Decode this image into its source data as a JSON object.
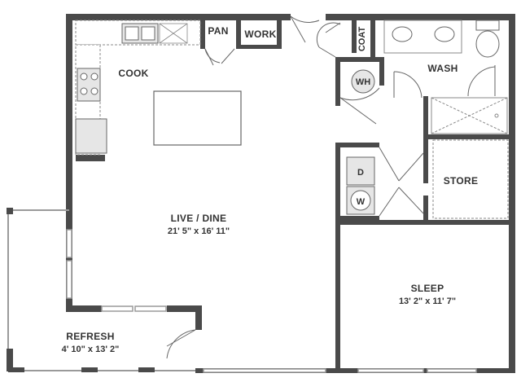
{
  "plan": {
    "rooms": {
      "cook": {
        "name": "COOK"
      },
      "pan": {
        "name": "PAN"
      },
      "work": {
        "name": "WORK"
      },
      "coat": {
        "name": "COAT"
      },
      "wash": {
        "name": "WASH"
      },
      "wh": {
        "name": "WH"
      },
      "store": {
        "name": "STORE"
      },
      "dryer": {
        "name": "D"
      },
      "washer": {
        "name": "W"
      },
      "live": {
        "name": "LIVE / DINE",
        "dims": "21' 5\" x 16' 11\""
      },
      "sleep": {
        "name": "SLEEP",
        "dims": "13' 2\" x 11' 7\""
      },
      "refresh": {
        "name": "REFRESH",
        "dims": "4' 10\" x 13' 2\""
      }
    },
    "colors": {
      "wall": "#4a4a4a",
      "fixture": "#888888",
      "appliance": "#e6e6e6",
      "background": "#ffffff"
    }
  }
}
